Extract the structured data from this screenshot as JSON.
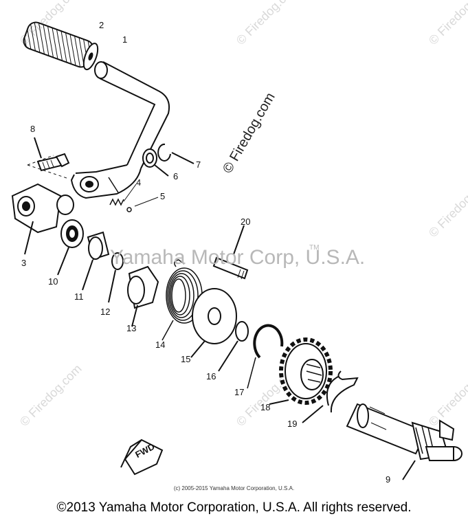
{
  "watermark": {
    "corner_text": "© Firedog.com",
    "main_text": "Yamaha Motor Corp, U.S.A.",
    "tm_mark": "TM",
    "diagonal_text": "© Firedog.com",
    "color": "#c8c8c8"
  },
  "diagram": {
    "callouts": [
      "1",
      "2",
      "3",
      "4",
      "5",
      "6",
      "7",
      "8",
      "9",
      "10",
      "11",
      "12",
      "13",
      "14",
      "15",
      "16",
      "17",
      "18",
      "19",
      "20"
    ],
    "fwd_label": "FWD"
  },
  "footer": {
    "small_copyright": "(c) 2005-2015 Yamaha Motor Corporation, U.S.A.",
    "copyright": "©2013 Yamaha Motor Corporation, U.S.A. All rights reserved."
  }
}
